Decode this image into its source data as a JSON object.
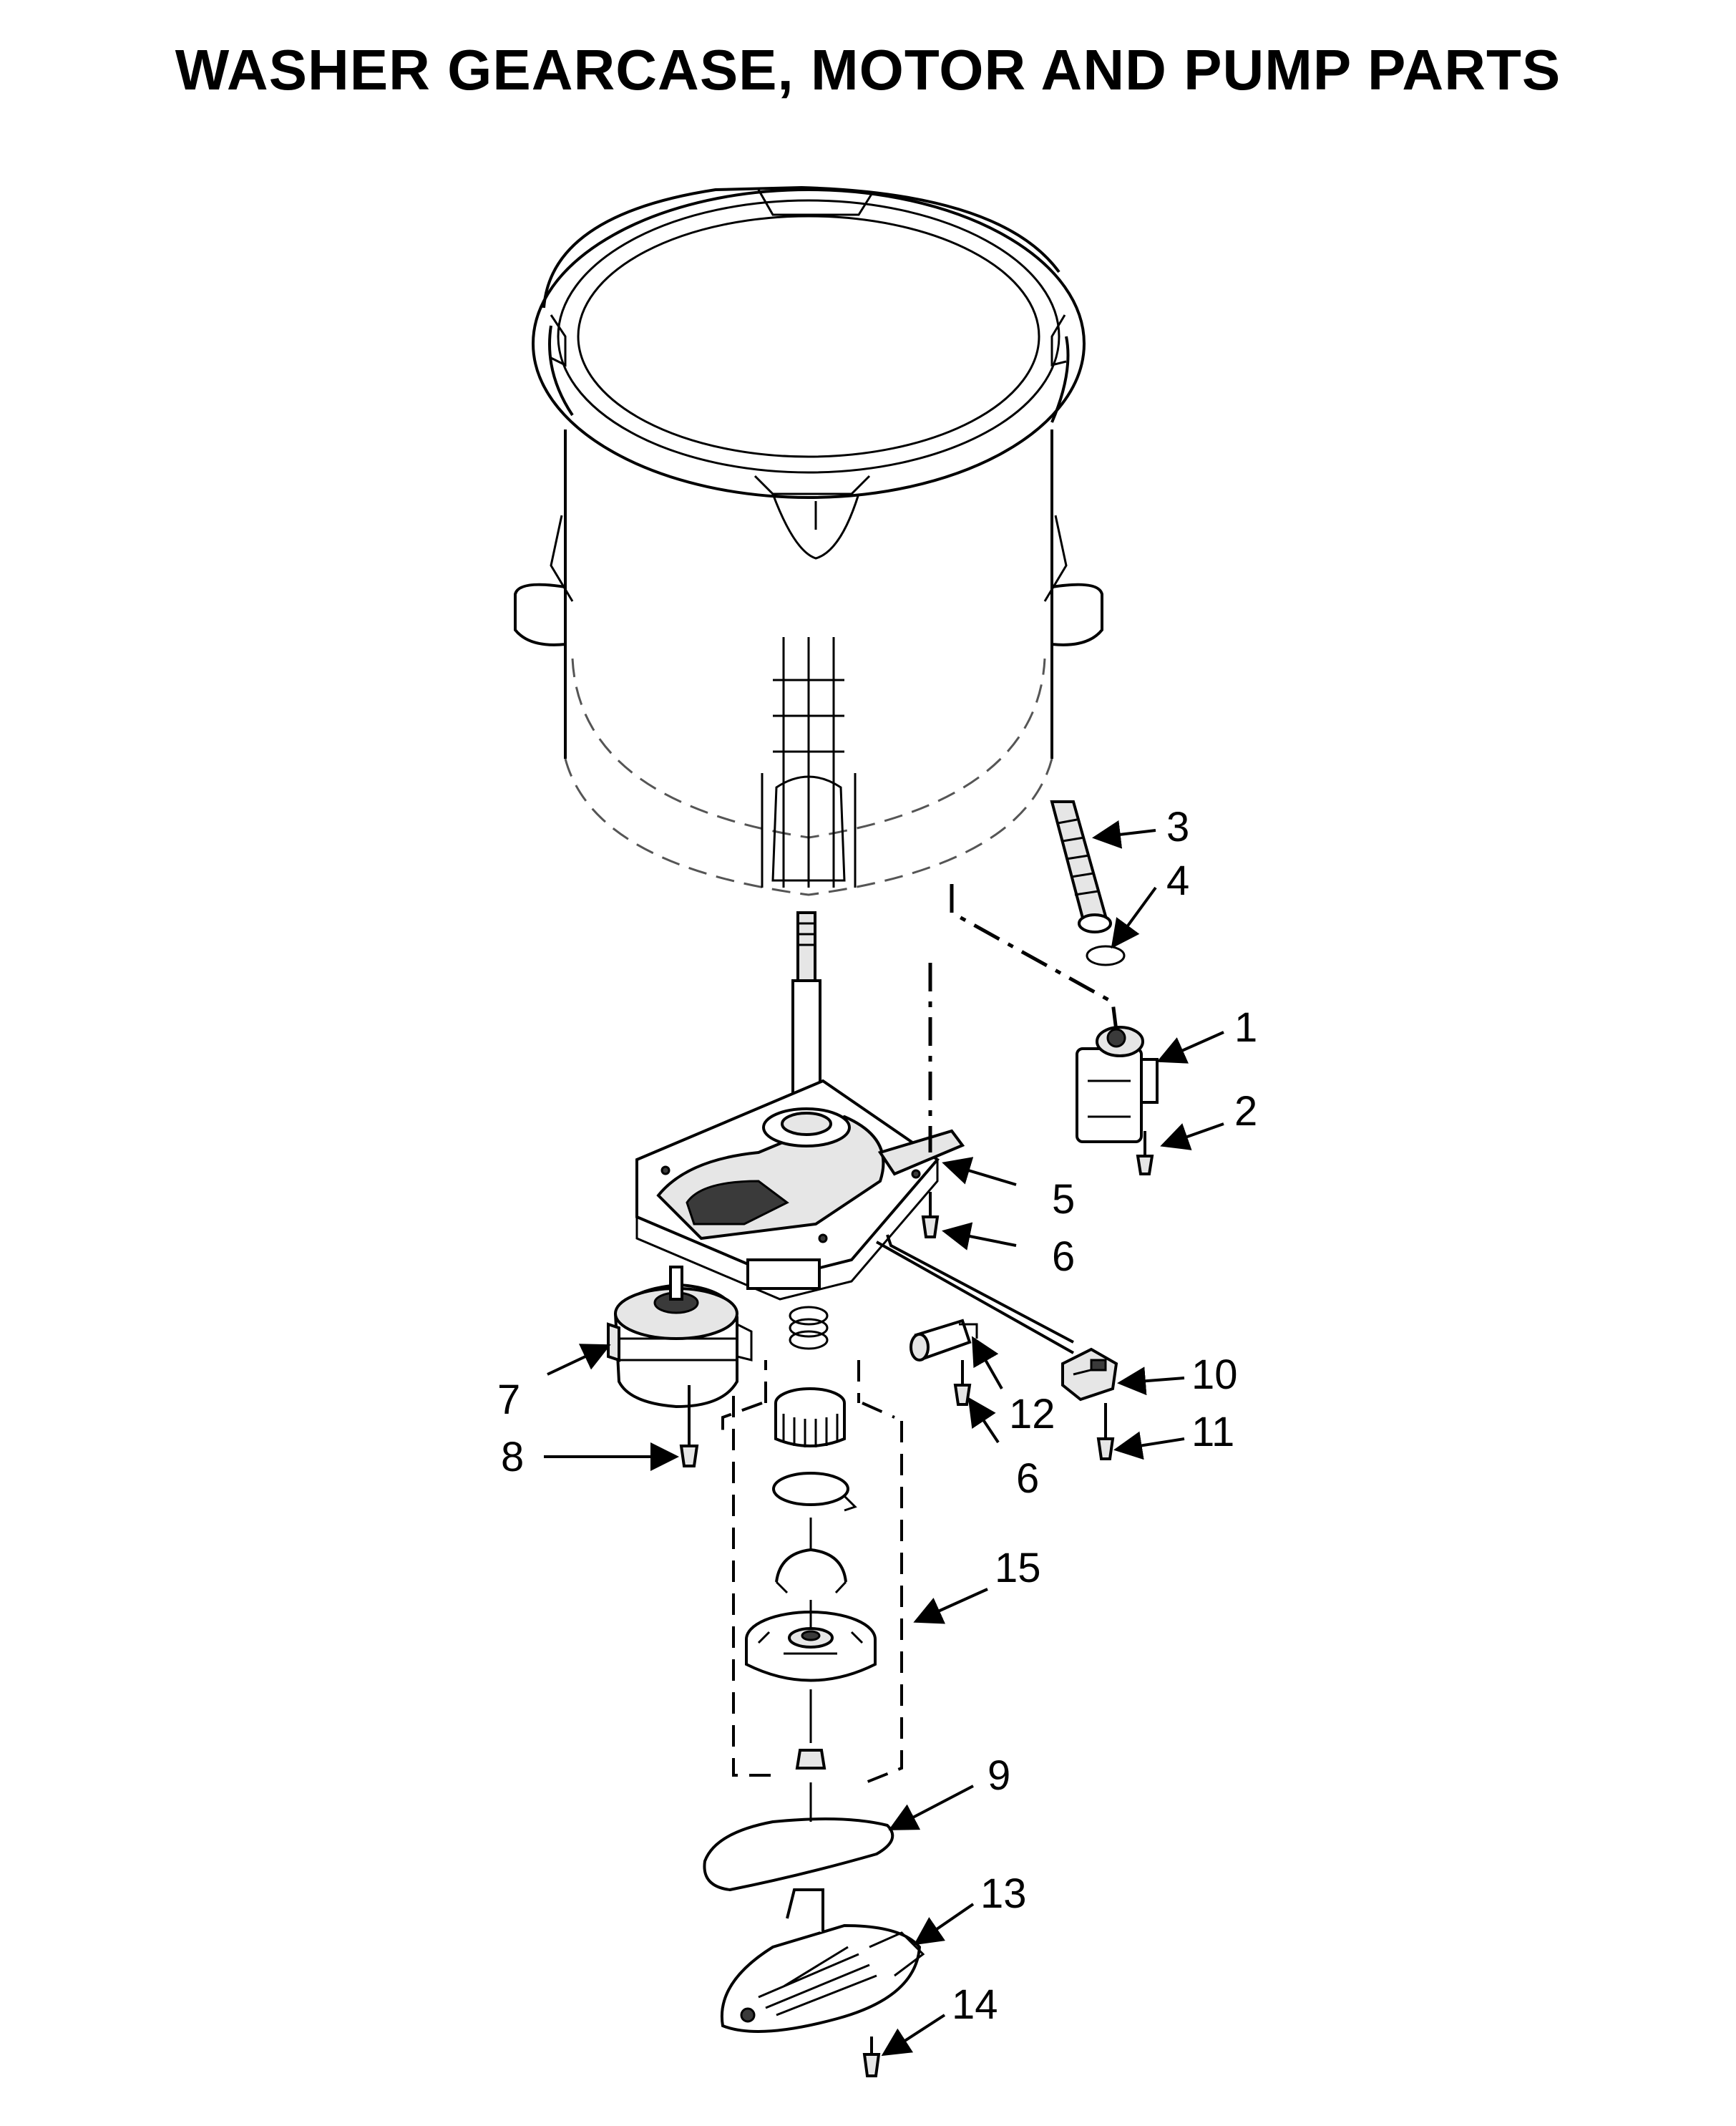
{
  "title": "WASHER GEARCASE, MOTOR AND PUMP PARTS",
  "callouts": [
    {
      "id": "c1",
      "label": "1"
    },
    {
      "id": "c2",
      "label": "2"
    },
    {
      "id": "c3",
      "label": "3"
    },
    {
      "id": "c4",
      "label": "4"
    },
    {
      "id": "c5",
      "label": "5"
    },
    {
      "id": "c6a",
      "label": "6"
    },
    {
      "id": "c6b",
      "label": "6"
    },
    {
      "id": "c7",
      "label": "7"
    },
    {
      "id": "c8",
      "label": "8"
    },
    {
      "id": "c9",
      "label": "9"
    },
    {
      "id": "c10",
      "label": "10"
    },
    {
      "id": "c11",
      "label": "11"
    },
    {
      "id": "c12",
      "label": "12"
    },
    {
      "id": "c13",
      "label": "13"
    },
    {
      "id": "c14",
      "label": "14"
    },
    {
      "id": "c15",
      "label": "15"
    }
  ]
}
